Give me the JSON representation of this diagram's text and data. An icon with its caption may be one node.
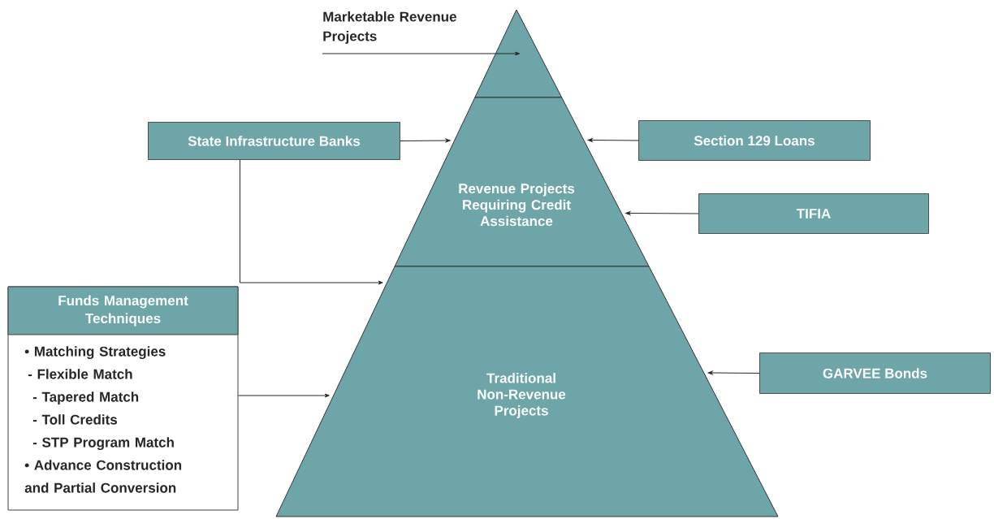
{
  "diagram": {
    "nodes": [
      {
        "text": [
          "Marketable Revenue Projects"
        ]
      },
      {
        "text": [],
        "shape": "triangle"
      },
      {
        "text": [
          "State Infrastructure Banks"
        ]
      },
      {
        "text": [
          "Section 129 Loans"
        ]
      },
      {
        "text": [
          "Revenue Projects Requiring Credit Assistance"
        ]
      },
      {
        "text": [
          "TIFIA"
        ]
      },
      {
        "text": [
          "Funds Management Techniques",
          "• Matching Strategies",
          "-  Flexible Match",
          "- Tapered Match",
          "- Toll Credits",
          "- STP Program Match",
          "• Advance Construction and Partial Conversion"
        ]
      },
      {
        "text": [
          "Traditional Non-Revenue Projects"
        ]
      },
      {
        "text": [
          "GARVEE Bonds"
        ]
      }
    ],
    "edges": [
      {
        "from": 0,
        "to": 1,
        "arrow": "to"
      },
      {
        "from": 2,
        "to": 4,
        "arrow": "to"
      },
      {
        "from": 2,
        "to": 7,
        "arrow": "to"
      },
      {
        "from": 3,
        "to": 4,
        "arrow": "to"
      },
      {
        "from": 5,
        "to": 4,
        "arrow": "to"
      },
      {
        "from": 6,
        "to": 7,
        "arrow": "to"
      },
      {
        "from": 8,
        "to": 7,
        "arrow": "to"
      }
    ]
  }
}
